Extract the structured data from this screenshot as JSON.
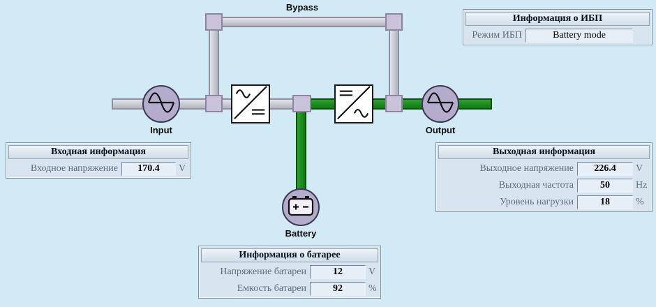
{
  "colors": {
    "background": "#d2e9f6",
    "pipe_inactive": "#c4c4cd",
    "pipe_active_green": "#1c8a1c",
    "node_fill": "#b5accd",
    "panel_bg": "#d8e5f0",
    "panel_border": "#7e93a2",
    "label_gray": "#5e6e7a"
  },
  "diagram": {
    "bypass_label": "Bypass",
    "input_label": "Input",
    "output_label": "Output",
    "battery_label": "Battery"
  },
  "panels": {
    "ups": {
      "title": "Информация о ИБП",
      "rows": [
        {
          "label": "Режим ИБП",
          "value": "Battery mode",
          "unit": ""
        }
      ]
    },
    "input": {
      "title": "Входная информация",
      "rows": [
        {
          "label": "Входное напряжение",
          "value": "170.4",
          "unit": "V"
        }
      ]
    },
    "output": {
      "title": "Выходная информация",
      "rows": [
        {
          "label": "Выходное напряжение",
          "value": "226.4",
          "unit": "V"
        },
        {
          "label": "Выходная частота",
          "value": "50",
          "unit": "Hz"
        },
        {
          "label": "Уровень нагрузки",
          "value": "18",
          "unit": "%"
        }
      ]
    },
    "battery": {
      "title": "Информация о батарее",
      "rows": [
        {
          "label": "Напряжение батареи",
          "value": "12",
          "unit": "V"
        },
        {
          "label": "Емкость батареи",
          "value": "92",
          "unit": "%"
        }
      ]
    }
  }
}
